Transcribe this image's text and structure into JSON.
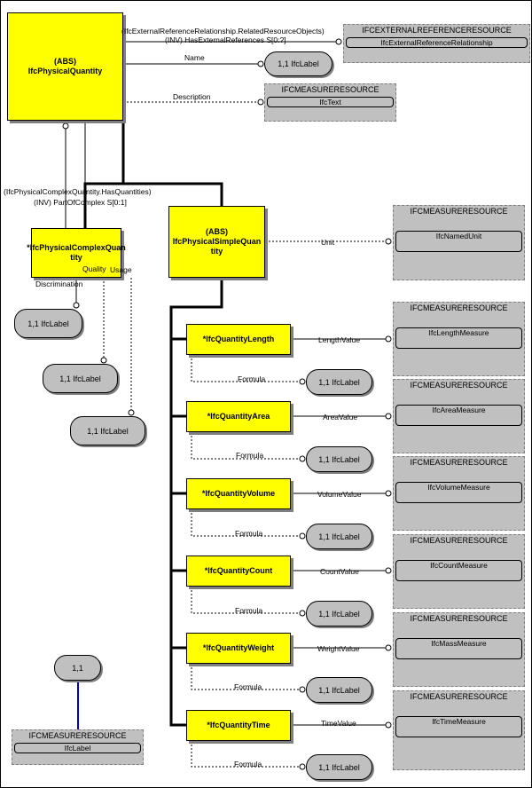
{
  "abstract_prefix": "(ABS)",
  "entities": {
    "physical_quantity": "IfcPhysicalQuantity",
    "complex_quantity": "*IfcPhysicalComplexQuantity",
    "simple_quantity": "IfcPhysicalSimpleQuantity",
    "length": "*IfcQuantityLength",
    "area": "*IfcQuantityArea",
    "volume": "*IfcQuantityVolume",
    "count": "*IfcQuantityCount",
    "weight": "*IfcQuantityWeight",
    "time": "*IfcQuantityTime"
  },
  "complex_quantity_lines": [
    "*IfcPhysicalComplexQuan",
    "tity"
  ],
  "simple_quantity_lines": [
    "IfcPhysicalSimpleQuan",
    "tity"
  ],
  "resources": {
    "external": "IFCEXTERNALREFERENCERESOURCE",
    "measure": "IFCMEASURERESOURCE"
  },
  "types": {
    "external_reference_relationship": "IfcExternalReferenceRelationship",
    "text": "IfcText",
    "named_unit": "IfcNamedUnit",
    "length_measure": "IfcLengthMeasure",
    "area_measure": "IfcAreaMeasure",
    "volume_measure": "IfcVolumeMeasure",
    "count_measure": "IfcCountMeasure",
    "mass_measure": "IfcMassMeasure",
    "time_measure": "IfcTimeMeasure",
    "label": "IfcLabel"
  },
  "pill_label": "1,1 IfcLabel",
  "legend_pill": "1,1",
  "relations": {
    "ext_ref_line1": "(IfcExternalReferenceRelationship.RelatedResourceObjects)",
    "ext_ref_line2": "(INV) HasExternalReferences S[0:?]",
    "name": "Name",
    "description": "Description",
    "has_quantities": "(IfcPhysicalComplexQuantity.HasQuantities)",
    "part_of_complex": "(INV) PartOfComplex S[0:1]",
    "unit": "Unit",
    "discrimination": "Discrimination",
    "quality": "Quality",
    "usage": "Usage",
    "formula": "Formula",
    "length_value": "LengthValue",
    "area_value": "AreaValue",
    "volume_value": "VolumeValue",
    "count_value": "CountValue",
    "weight_value": "WeightValue",
    "time_value": "TimeValue"
  }
}
